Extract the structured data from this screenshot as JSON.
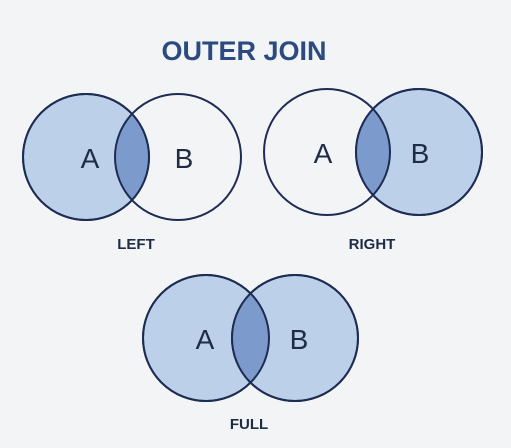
{
  "title": "OUTER JOIN",
  "diagrams": [
    {
      "caption": "LEFT",
      "left_label": "A",
      "right_label": "B"
    },
    {
      "caption": "RIGHT",
      "left_label": "A",
      "right_label": "B"
    },
    {
      "caption": "FULL",
      "left_label": "A",
      "right_label": "B"
    }
  ],
  "colors": {
    "background": "#f3f4f6",
    "fill": "#bdd0ea",
    "overlap": "#7c9acb",
    "stroke": "#1d2c52",
    "title": "#2b4a80",
    "text": "#1f2c45"
  }
}
